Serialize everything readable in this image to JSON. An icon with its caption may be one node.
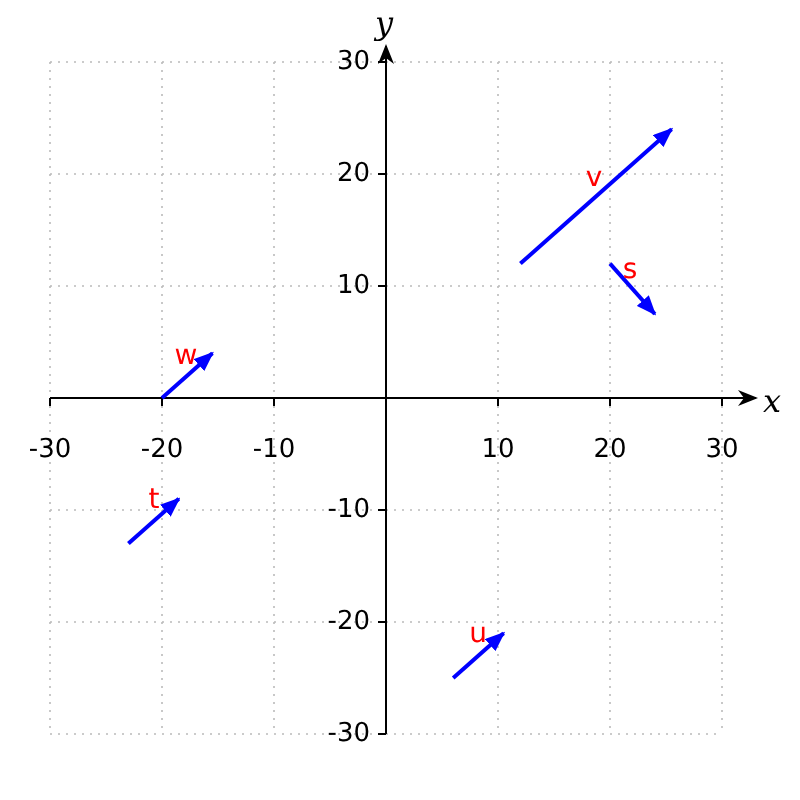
{
  "diagram": {
    "labels": [
      "y",
      "30",
      "v",
      "20",
      "s",
      "10",
      "w",
      "x",
      "-30",
      "-20",
      "-10",
      "10",
      "20",
      "30",
      "t",
      "-10",
      "-20",
      "u",
      "-30"
    ]
  }
}
